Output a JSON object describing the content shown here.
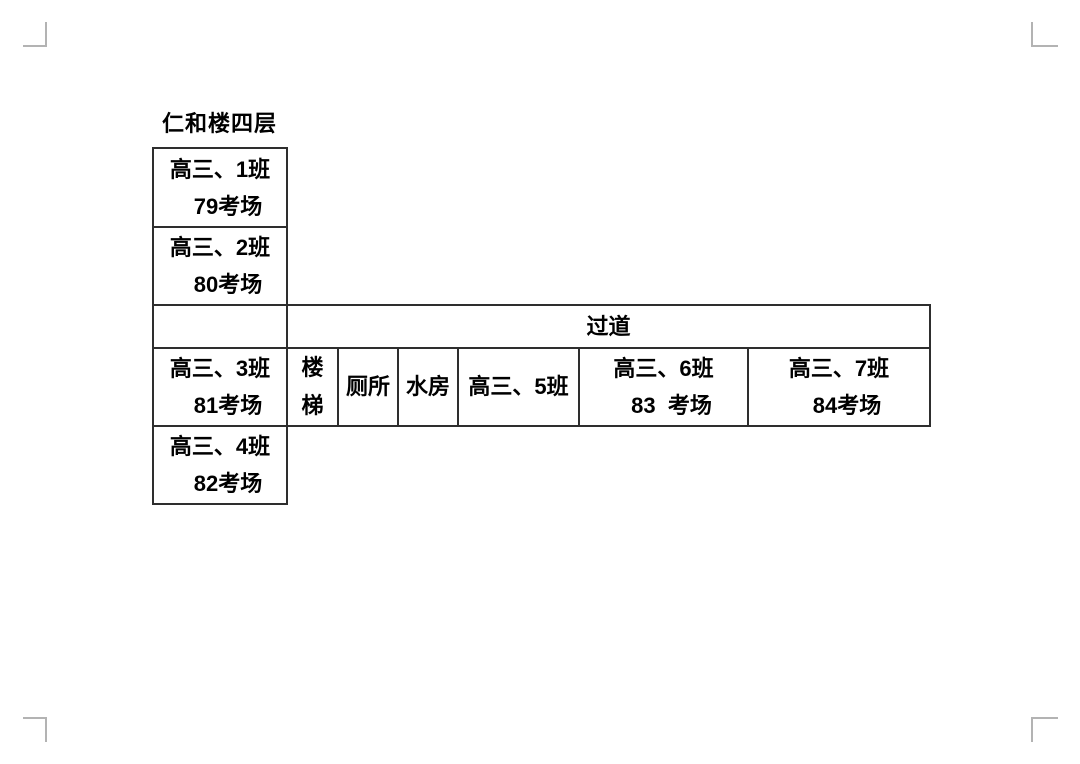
{
  "document": {
    "title": "仁和楼四层",
    "floor_plan": {
      "class1": {
        "class_name": "高三、1班",
        "exam_room": "79考场"
      },
      "class2": {
        "class_name": "高三、2班",
        "exam_room": "80考场"
      },
      "corridor": "过道",
      "class3": {
        "class_name": "高三、3班",
        "exam_room": "81考场"
      },
      "stairs": "楼梯",
      "toilet": "厕所",
      "water_room": "水房",
      "class5": {
        "class_name": "高三、5班"
      },
      "class6": {
        "class_name": "高三、6班",
        "exam_room": "83  考场"
      },
      "class7": {
        "class_name": "高三、7班",
        "exam_room": "84考场"
      },
      "class4": {
        "class_name": "高三、4班",
        "exam_room": "82考场"
      }
    }
  }
}
